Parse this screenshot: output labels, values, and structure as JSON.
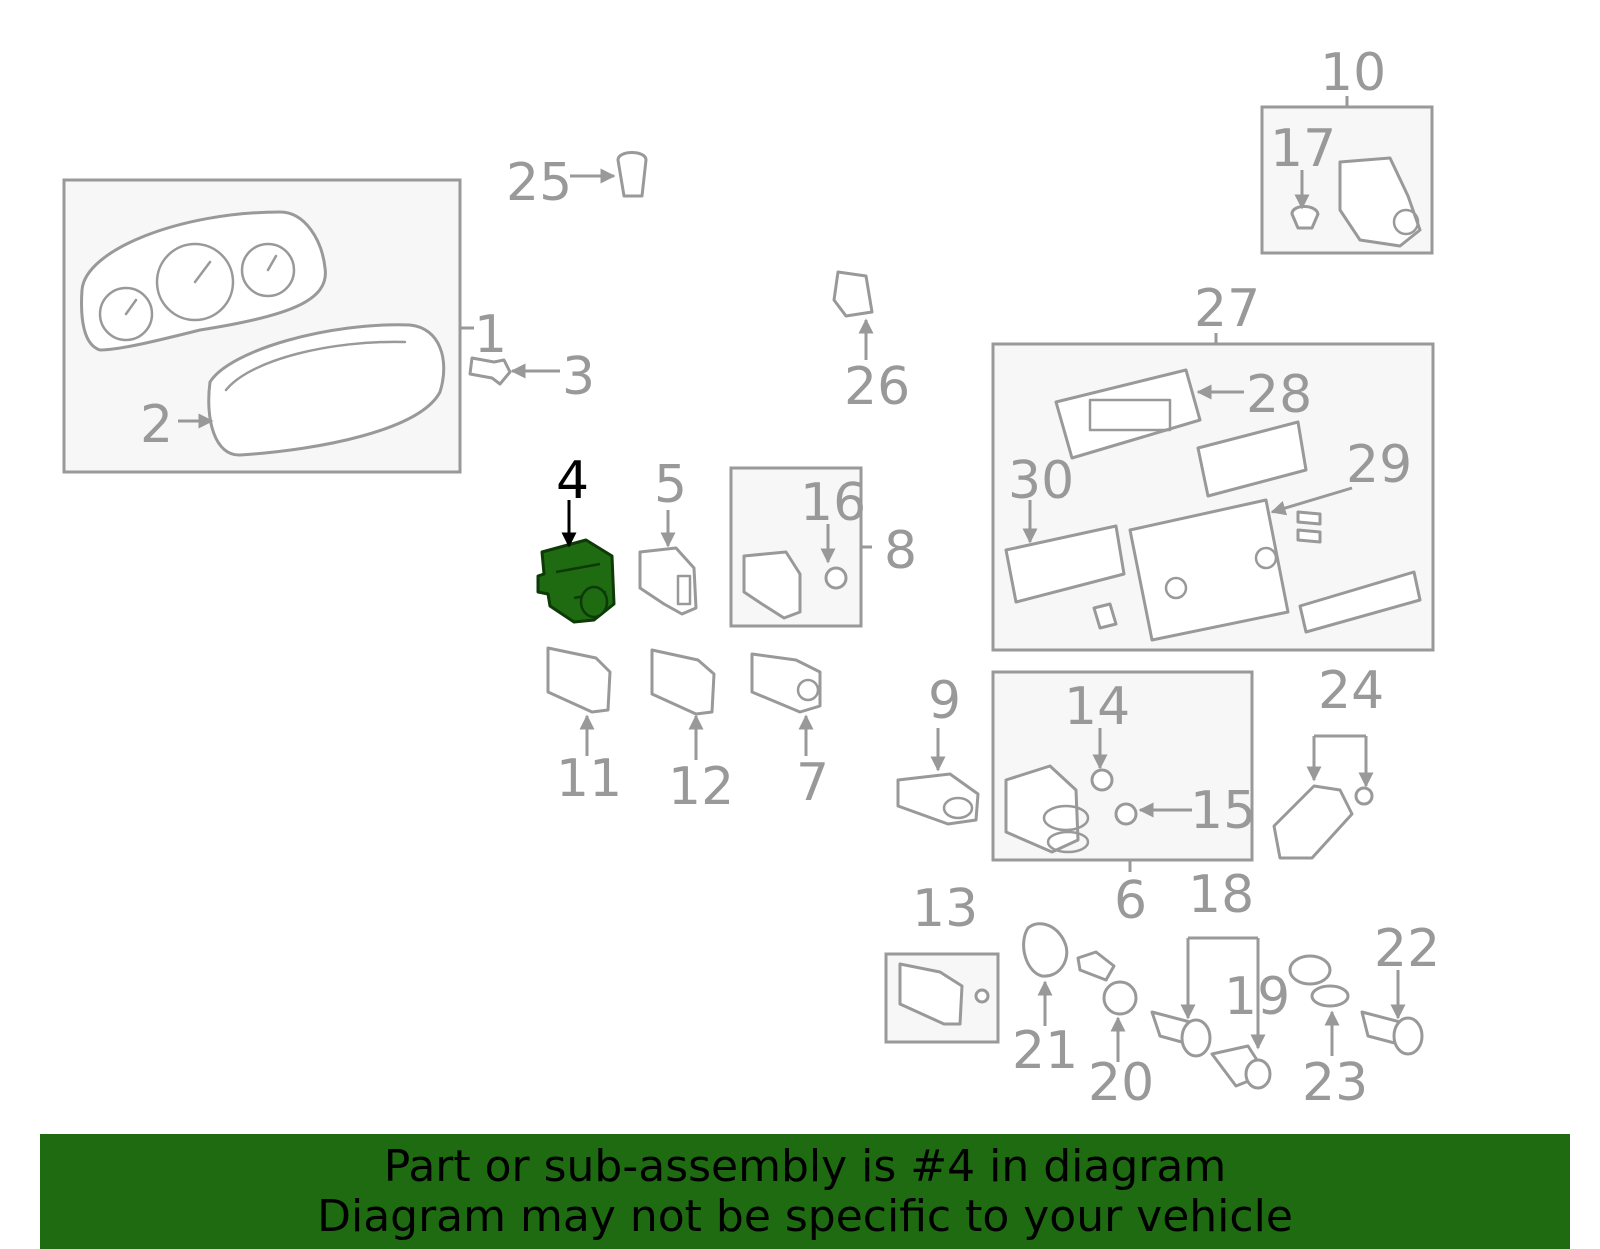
{
  "diagram": {
    "selected_callout": "4",
    "callouts": [
      "1",
      "2",
      "3",
      "4",
      "5",
      "6",
      "7",
      "8",
      "9",
      "10",
      "11",
      "12",
      "13",
      "14",
      "15",
      "16",
      "17",
      "18",
      "19",
      "20",
      "21",
      "22",
      "23",
      "24",
      "25",
      "26",
      "27",
      "28",
      "29",
      "30"
    ]
  },
  "banner": {
    "line1": "Part or sub-assembly is #4 in diagram",
    "line2": "Diagram may not be specific to your vehicle"
  },
  "colors": {
    "highlight": "#1e6b12",
    "highlight_outline": "#0d3a07",
    "banner_bg": "#1e6b12",
    "line_art": "#999999",
    "box_fill": "#f7f7f7",
    "selected_label": "#000000"
  }
}
